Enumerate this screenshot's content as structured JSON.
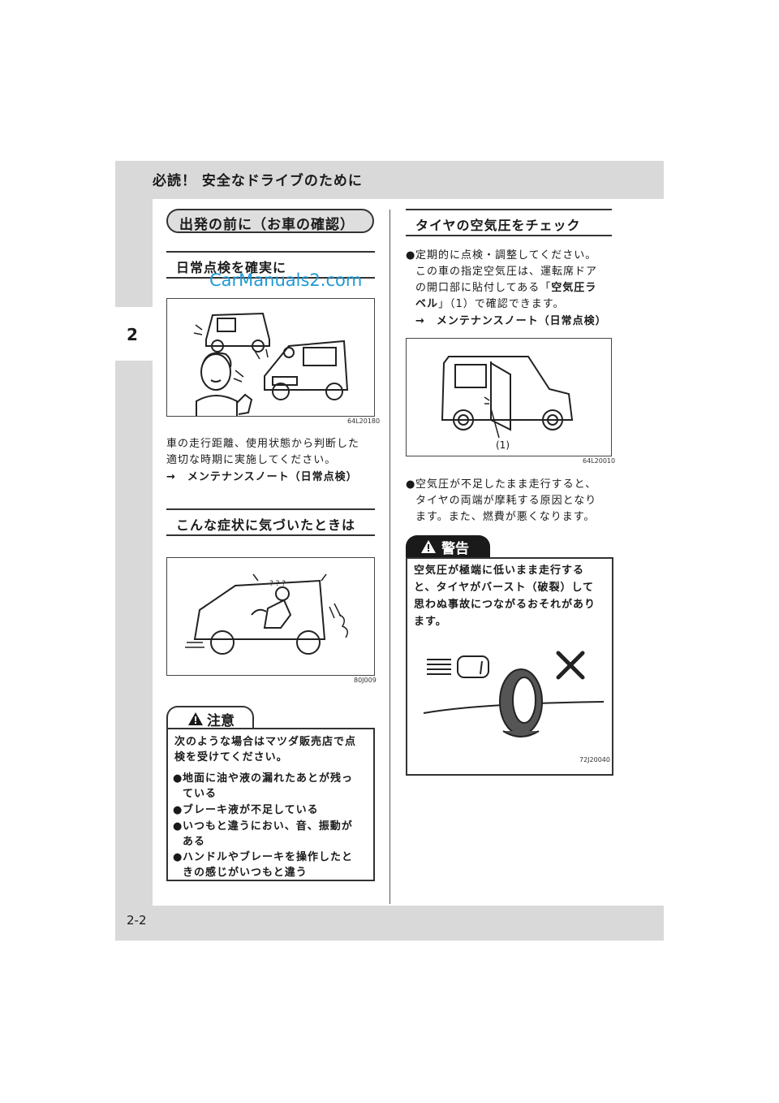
{
  "header": {
    "title": "必読！ 安全なドライブのために"
  },
  "side_tab": {
    "chapter": "2"
  },
  "footer": {
    "page": "2-2"
  },
  "watermark": "CarManuals2.com",
  "left": {
    "section_title": "出発の前に（お車の確認）",
    "daily_check": {
      "heading": "日常点検を確実に",
      "figure_code": "64L20180",
      "para_line1": "車の走行距離、使用状態から判断した",
      "para_line2": "適切な時期に実施してください。",
      "ref": "→　メンテナンスノート（日常点検）"
    },
    "symptoms": {
      "heading": "こんな症状に気づいたときは",
      "figure_code": "80J009"
    },
    "caution": {
      "label": "注意",
      "intro_line1": "次のような場合はマツダ販売店で点",
      "intro_line2": "検を受けてください。",
      "items": [
        {
          "line1": "地面に油や液の漏れたあとが残っ",
          "line2": "ている"
        },
        {
          "line1": "ブレーキ液が不足している",
          "line2": ""
        },
        {
          "line1": "いつもと違うにおい、音、振動が",
          "line2": "ある"
        },
        {
          "line1": "ハンドルやブレーキを操作したと",
          "line2": "きの感じがいつもと違う"
        }
      ]
    }
  },
  "right": {
    "heading": "タイヤの空気圧をチェック",
    "bullet1": {
      "line1": "定期的に点検・調整してください。",
      "line2": "この車の指定空気圧は、運転席ドア",
      "line3_pre": "の開口部に貼付してある「",
      "line3_bold": "空気圧ラ",
      "line4_bold": "ベル",
      "line4_post": "」（1）で確認できます。",
      "ref": "→　メンテナンスノート（日常点検）"
    },
    "figure1": {
      "label": "(1)",
      "code": "64L20010"
    },
    "bullet2": {
      "line1": "空気圧が不足したまま走行すると、",
      "line2": "タイヤの両端が摩耗する原因となり",
      "line3": "ます。また、燃費が悪くなります。"
    },
    "warning": {
      "label": "警告",
      "line1": "空気圧が極端に低いまま走行する",
      "line2": "と、タイヤがバースト（破裂）して",
      "line3": "思わぬ事故につながるおそれがあり",
      "line4": "ます。",
      "figure_code": "72J20040"
    }
  },
  "bullet_glyph": "●"
}
